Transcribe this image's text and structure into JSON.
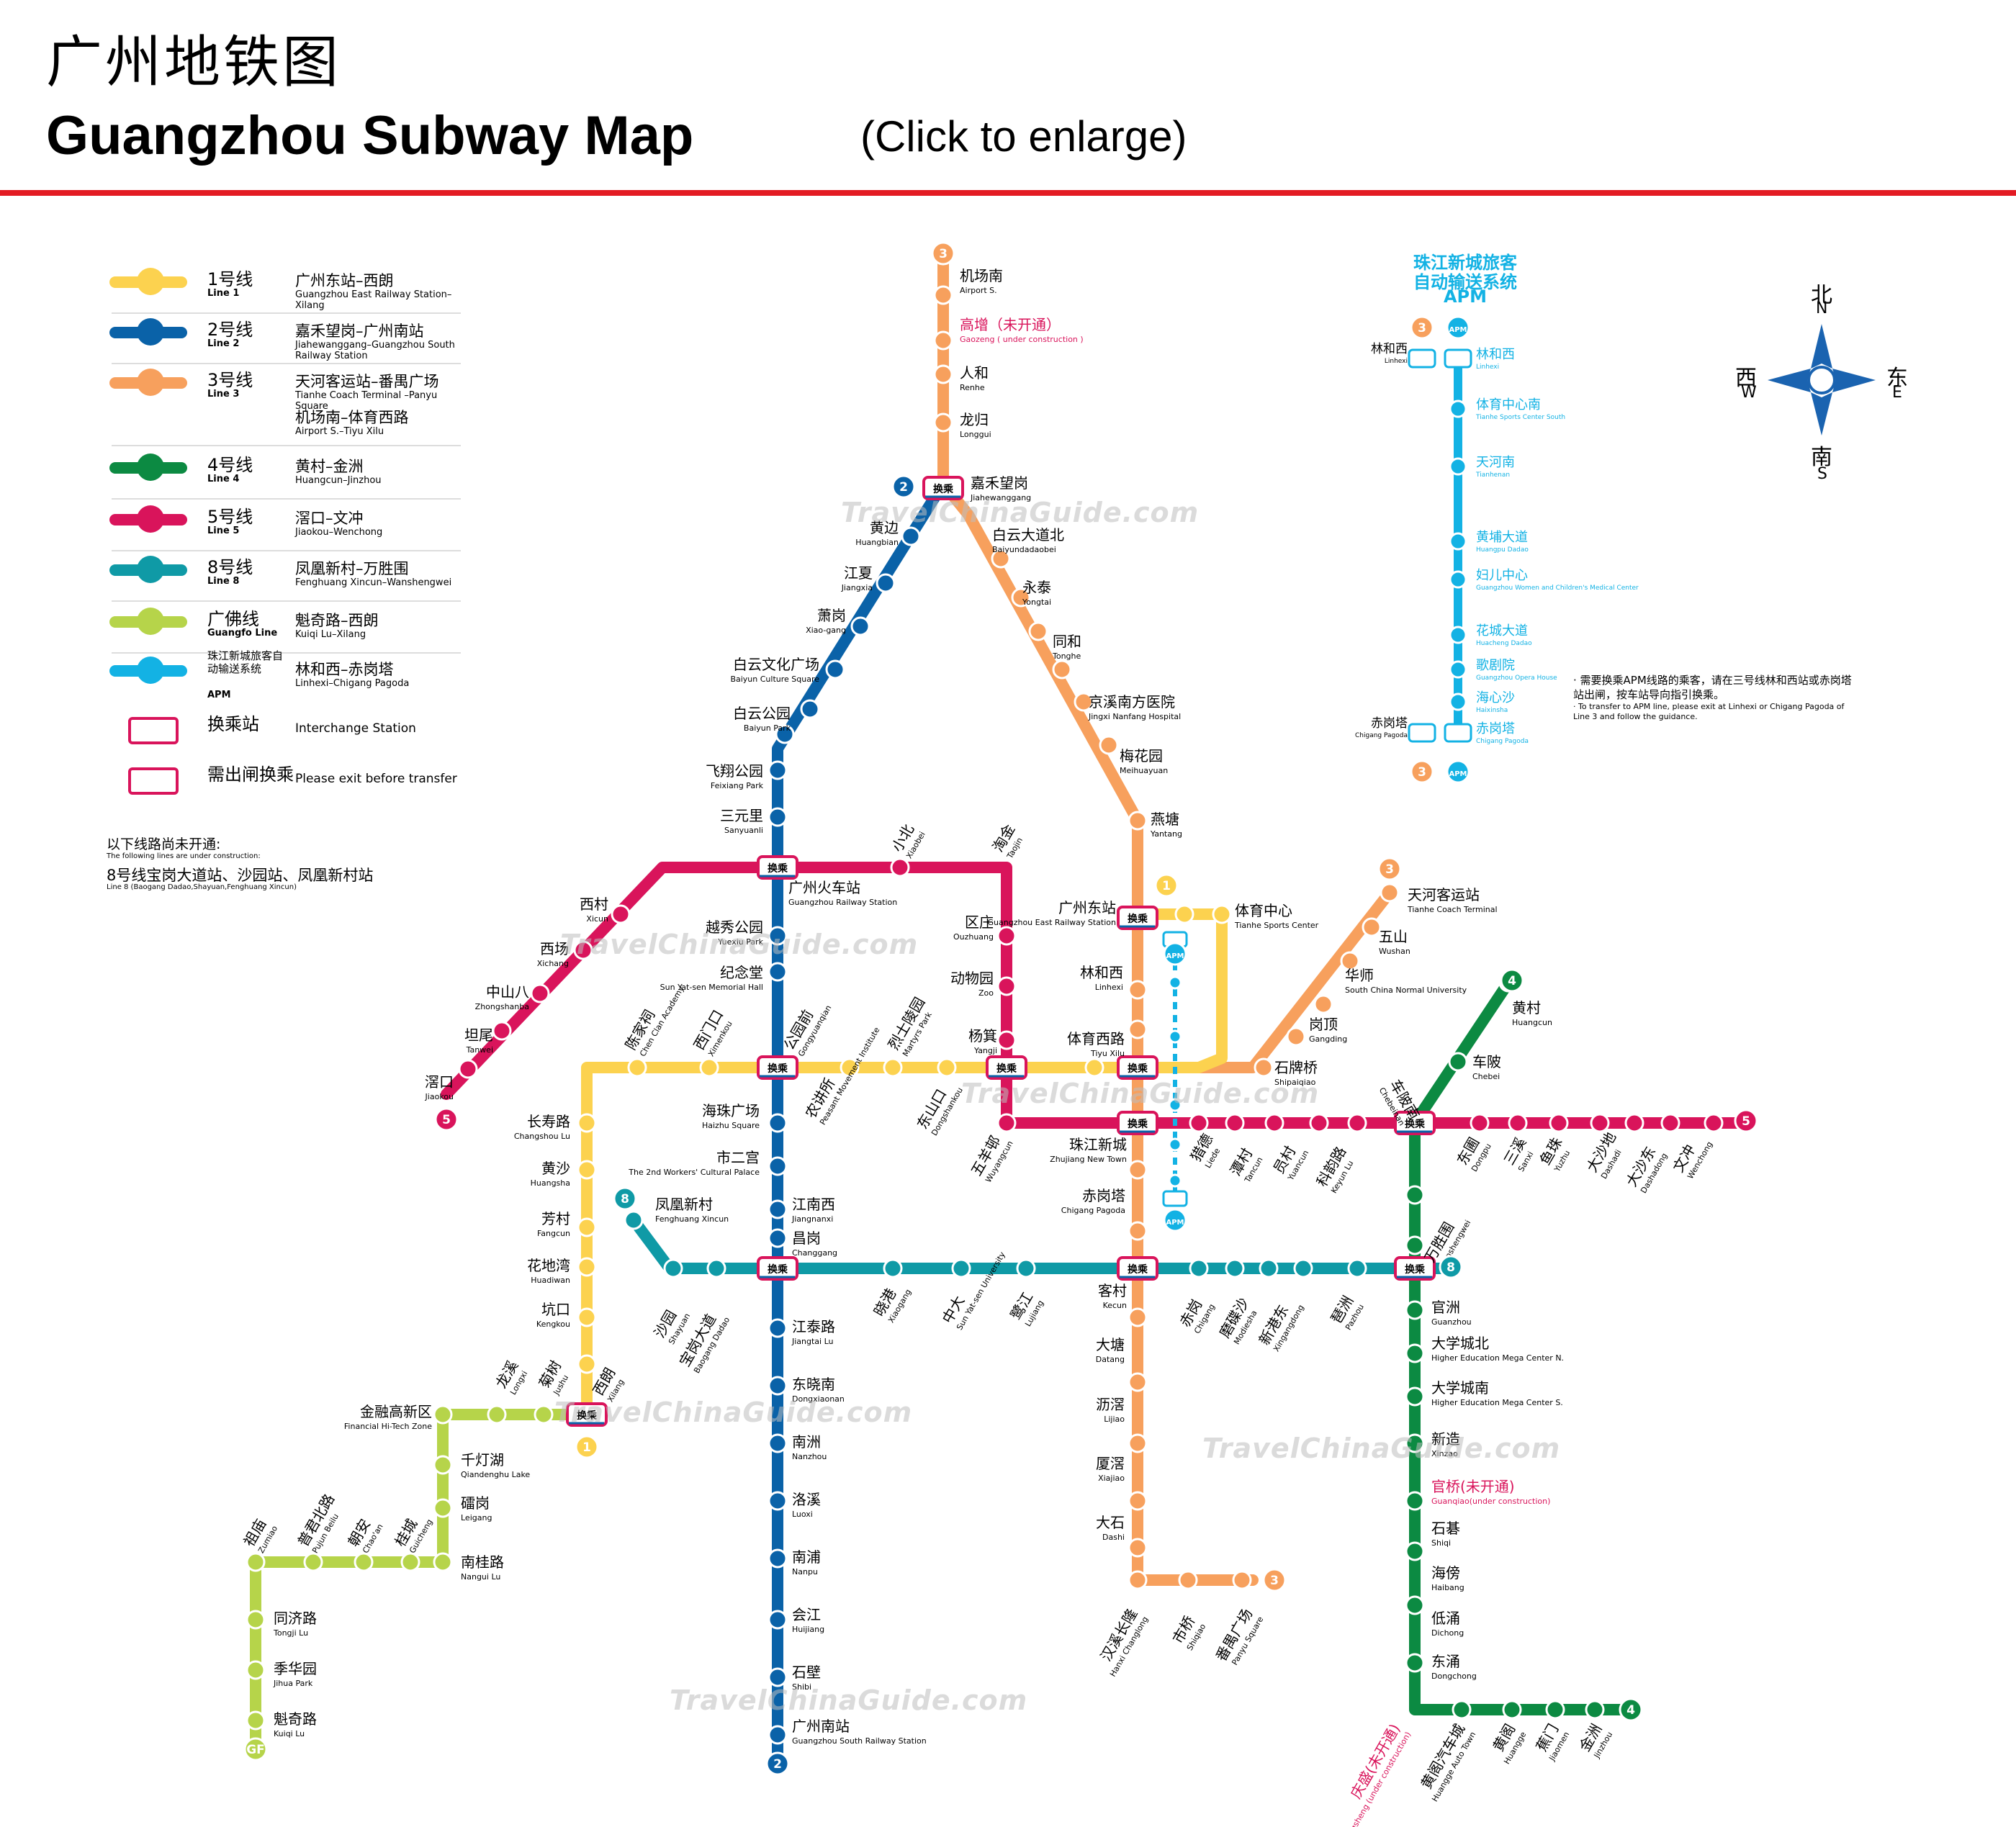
{
  "header": {
    "title_cn": "广州地铁图",
    "title_en": "Guangzhou Subway Map",
    "enlarge": "(Click to enlarge)"
  },
  "colors": {
    "line1": "#fcd24f",
    "line2": "#0a62a8",
    "line3": "#f7a05d",
    "line4": "#0c8a42",
    "line5": "#d9145b",
    "line8": "#0f9aa6",
    "guangfo": "#b6d44a",
    "apm": "#13b2e4",
    "rule": "#e31b23"
  },
  "legend": [
    {
      "cn": "1号线",
      "en": "Line 1",
      "route_cn": "广州东站–西朗",
      "route_en": "Guangzhou East Railway Station–Xilang",
      "color": "#fcd24f"
    },
    {
      "cn": "2号线",
      "en": "Line 2",
      "route_cn": "嘉禾望岗–广州南站",
      "route_en": "Jiahewanggang–Guangzhou South Railway Station",
      "color": "#0a62a8"
    },
    {
      "cn": "3号线",
      "en": "Line 3",
      "route_cn": "天河客运站–番禺广场",
      "route_en": "Tianhe Coach Terminal –Panyu Square",
      "route2_cn": "机场南–体育西路",
      "route2_en": "Airport S.–Tiyu Xilu",
      "color": "#f7a05d"
    },
    {
      "cn": "4号线",
      "en": "Line 4",
      "route_cn": "黄村–金洲",
      "route_en": "Huangcun–Jinzhou",
      "color": "#0c8a42"
    },
    {
      "cn": "5号线",
      "en": "Line 5",
      "route_cn": "滘口–文冲",
      "route_en": "Jiaokou–Wenchong",
      "color": "#d9145b"
    },
    {
      "cn": "8号线",
      "en": "Line 8",
      "route_cn": "凤凰新村–万胜围",
      "route_en": "Fenghuang Xincun–Wanshengwei",
      "color": "#0f9aa6"
    },
    {
      "cn": "广佛线",
      "en": "Guangfo Line",
      "route_cn": "魁奇路–西朗",
      "route_en": "Kuiqi Lu–Xilang",
      "color": "#b6d44a"
    },
    {
      "cn": "珠江新城旅客自动输送系统",
      "en": "APM",
      "route_cn": "林和西–赤岗塔",
      "route_en": "Linhexi–Chigang Pagoda",
      "color": "#13b2e4"
    },
    {
      "cn": "换乘站",
      "en": "",
      "route_cn": "",
      "route_en": "Interchange Station",
      "color": ""
    },
    {
      "cn": "需出闸换乘",
      "en": "",
      "route_cn": "",
      "route_en": "Please exit before transfer",
      "color": ""
    }
  ],
  "under_construction": {
    "title_cn": "以下线路尚未开通:",
    "title_en": "The following lines are under construction:",
    "line_cn": "8号线宝岗大道站、沙园站、凤凰新村站",
    "line_en": "Line 8 (Baogang Dadao,Shayuan,Fenghuang Xincun)"
  },
  "interchange_label": "换乘",
  "apm_panel": {
    "title_cn1": "珠江新城旅客",
    "title_cn2": "自动输送系统",
    "title_en": "APM",
    "note_cn": "· 需要换乘APM线路的乘客，请在三号线林和西站或赤岗塔站出闸，按车站导向指引换乘。",
    "note_en": "· To transfer to APM line, please exit at Linhexi or Chigang Pagoda of Line 3 and follow the guidance.",
    "stations": [
      {
        "cn": "林和西",
        "en": "Linhexi"
      },
      {
        "cn": "体育中心南",
        "en": "Tianhe Sports Center South"
      },
      {
        "cn": "天河南",
        "en": "Tianhenan"
      },
      {
        "cn": "黄埔大道",
        "en": "Huangpu Dadao"
      },
      {
        "cn": "妇儿中心",
        "en": "Guangzhou Women and Children's Medical Center"
      },
      {
        "cn": "花城大道",
        "en": "Huacheng Dadao"
      },
      {
        "cn": "歌剧院",
        "en": "Guangzhou Opera House"
      },
      {
        "cn": "海心沙",
        "en": "Haixinsha"
      },
      {
        "cn": "赤岗塔",
        "en": "Chigang Pagoda"
      }
    ],
    "left_top": {
      "cn": "林和西",
      "en": "Linhexi"
    },
    "left_bottom": {
      "cn": "赤岗塔",
      "en": "Chigang Pagoda"
    }
  },
  "compass": {
    "n_cn": "北",
    "n": "N",
    "s_cn": "南",
    "s": "S",
    "w_cn": "西",
    "w": "W",
    "e_cn": "东",
    "e": "E"
  },
  "watermark": "TravelChinaGuide.com",
  "badges": {
    "l1": "1",
    "l2": "2",
    "l3": "3",
    "l4": "4",
    "l5": "5",
    "l8": "8",
    "gf": "GF",
    "apm": "APM"
  },
  "stations": [
    {
      "cn": "机场南",
      "en": "Airport S."
    },
    {
      "cn": "高增（未开通）",
      "en": "Gaozeng ( under construction )"
    },
    {
      "cn": "人和",
      "en": "Renhe"
    },
    {
      "cn": "龙归",
      "en": "Longgui"
    },
    {
      "cn": "嘉禾望岗",
      "en": "Jiahewanggang"
    },
    {
      "cn": "白云大道北",
      "en": "Baiyundadaobei"
    },
    {
      "cn": "永泰",
      "en": "Yongtai"
    },
    {
      "cn": "同和",
      "en": "Tonghe"
    },
    {
      "cn": "京溪南方医院",
      "en": "Jingxi Nanfang Hospital"
    },
    {
      "cn": "梅花园",
      "en": "Meihuayuan"
    },
    {
      "cn": "燕塘",
      "en": "Yantang"
    },
    {
      "cn": "黄边",
      "en": "Huangbian"
    },
    {
      "cn": "江夏",
      "en": "Jiangxia"
    },
    {
      "cn": "萧岗",
      "en": "Xiao-gang"
    },
    {
      "cn": "白云文化广场",
      "en": "Baiyun Culture Square"
    },
    {
      "cn": "白云公园",
      "en": "Baiyun Park"
    },
    {
      "cn": "飞翔公园",
      "en": "Feixiang Park"
    },
    {
      "cn": "三元里",
      "en": "Sanyuanli"
    },
    {
      "cn": "广州火车站",
      "en": "Guangzhou Railway Station"
    },
    {
      "cn": "小北",
      "en": "Xiaobei"
    },
    {
      "cn": "淘金",
      "en": "Taojin"
    },
    {
      "cn": "区庄",
      "en": "Ouzhuang"
    },
    {
      "cn": "动物园",
      "en": "Zoo"
    },
    {
      "cn": "杨箕",
      "en": "Yangji"
    },
    {
      "cn": "越秀公园",
      "en": "Yuexiu Park"
    },
    {
      "cn": "纪念堂",
      "en": "Sun Yat-sen Memorial Hall"
    },
    {
      "cn": "公园前",
      "en": "Gongyuanqian"
    },
    {
      "cn": "西村",
      "en": "Xicun"
    },
    {
      "cn": "西场",
      "en": "Xichang"
    },
    {
      "cn": "中山八",
      "en": "Zhongshanba"
    },
    {
      "cn": "坦尾",
      "en": "Tanwei"
    },
    {
      "cn": "滘口",
      "en": "Jiaokou"
    },
    {
      "cn": "陈家祠",
      "en": "Chen Clan Academy"
    },
    {
      "cn": "西门口",
      "en": "Ximenkou"
    },
    {
      "cn": "农讲所",
      "en": "Peasant Movement Institute"
    },
    {
      "cn": "烈士陵园",
      "en": "Martyrs Park"
    },
    {
      "cn": "东山口",
      "en": "Dongshankou"
    },
    {
      "cn": "广州东站",
      "en": "Guangzhou East Railway Station"
    },
    {
      "cn": "体育中心",
      "en": "Tianhe Sports Center"
    },
    {
      "cn": "林和西",
      "en": "Linhexi"
    },
    {
      "cn": "体育西路",
      "en": "Tiyu Xilu"
    },
    {
      "cn": "石牌桥",
      "en": "Shipaiqiao"
    },
    {
      "cn": "岗顶",
      "en": "Gangding"
    },
    {
      "cn": "华师",
      "en": "South China Normal University"
    },
    {
      "cn": "五山",
      "en": "Wushan"
    },
    {
      "cn": "天河客运站",
      "en": "Tianhe Coach Terminal"
    },
    {
      "cn": "黄村",
      "en": "Huangcun"
    },
    {
      "cn": "车陂",
      "en": "Chebei"
    },
    {
      "cn": "车陂南",
      "en": "Chebeinan"
    },
    {
      "cn": "长寿路",
      "en": "Changshou Lu"
    },
    {
      "cn": "黄沙",
      "en": "Huangsha"
    },
    {
      "cn": "芳村",
      "en": "Fangcun"
    },
    {
      "cn": "花地湾",
      "en": "Huadiwan"
    },
    {
      "cn": "坑口",
      "en": "Kengkou"
    },
    {
      "cn": "西朗",
      "en": "Xilang"
    },
    {
      "cn": "海珠广场",
      "en": "Haizhu Square"
    },
    {
      "cn": "市二宫",
      "en": "The 2nd Workers' Cultural Palace"
    },
    {
      "cn": "江南西",
      "en": "Jiangnanxi"
    },
    {
      "cn": "昌岗",
      "en": "Changgang"
    },
    {
      "cn": "五羊邨",
      "en": "Wuyangcun"
    },
    {
      "cn": "珠江新城",
      "en": "Zhujiang New Town"
    },
    {
      "cn": "赤岗塔",
      "en": "Chigang Pagoda"
    },
    {
      "cn": "猎德",
      "en": "Liede"
    },
    {
      "cn": "潭村",
      "en": "Tancun"
    },
    {
      "cn": "员村",
      "en": "Yuancun"
    },
    {
      "cn": "科韵路",
      "en": "Keyun Lu"
    },
    {
      "cn": "东圃",
      "en": "Dongpu"
    },
    {
      "cn": "三溪",
      "en": "Sanxi"
    },
    {
      "cn": "鱼珠",
      "en": "Yuzhu"
    },
    {
      "cn": "大沙地",
      "en": "Dashadi"
    },
    {
      "cn": "大沙东",
      "en": "Dashadong"
    },
    {
      "cn": "文冲",
      "en": "Wenchong"
    },
    {
      "cn": "凤凰新村",
      "en": "Fenghuang Xincun"
    },
    {
      "cn": "沙园",
      "en": "Shayuan"
    },
    {
      "cn": "宝岗大道",
      "en": "Baogang Dadao"
    },
    {
      "cn": "晓港",
      "en": "Xiaogang"
    },
    {
      "cn": "中大",
      "en": "Sun Yat-sen University"
    },
    {
      "cn": "鹭江",
      "en": "Lujiang"
    },
    {
      "cn": "客村",
      "en": "Kecun"
    },
    {
      "cn": "赤岗",
      "en": "Chigang"
    },
    {
      "cn": "磨碟沙",
      "en": "Modiesha"
    },
    {
      "cn": "新港东",
      "en": "Xingangdong"
    },
    {
      "cn": "琶洲",
      "en": "Pazhou"
    },
    {
      "cn": "万胜围",
      "en": "Wanshengwei"
    },
    {
      "cn": "江泰路",
      "en": "Jiangtai Lu"
    },
    {
      "cn": "东晓南",
      "en": "Dongxiaonan"
    },
    {
      "cn": "南洲",
      "en": "Nanzhou"
    },
    {
      "cn": "洛溪",
      "en": "Luoxi"
    },
    {
      "cn": "南浦",
      "en": "Nanpu"
    },
    {
      "cn": "会江",
      "en": "Huijiang"
    },
    {
      "cn": "石壁",
      "en": "Shibi"
    },
    {
      "cn": "广州南站",
      "en": "Guangzhou South Railway Station"
    },
    {
      "cn": "大塘",
      "en": "Datang"
    },
    {
      "cn": "沥滘",
      "en": "Lijiao"
    },
    {
      "cn": "厦滘",
      "en": "Xiajiao"
    },
    {
      "cn": "大石",
      "en": "Dashi"
    },
    {
      "cn": "汉溪长隆",
      "en": "Hanxi Changlong"
    },
    {
      "cn": "市桥",
      "en": "Shiqiao"
    },
    {
      "cn": "番禺广场",
      "en": "Panyu Square"
    },
    {
      "cn": "官洲",
      "en": "Guanzhou"
    },
    {
      "cn": "大学城北",
      "en": "Higher Education Mega Center N."
    },
    {
      "cn": "大学城南",
      "en": "Higher Education Mega Center S."
    },
    {
      "cn": "新造",
      "en": "Xinzao"
    },
    {
      "cn": "官桥(未开通)",
      "en": "Guanqiao(under construction)"
    },
    {
      "cn": "石碁",
      "en": "Shiqi"
    },
    {
      "cn": "海傍",
      "en": "Haibang"
    },
    {
      "cn": "低涌",
      "en": "Dichong"
    },
    {
      "cn": "东涌",
      "en": "Dongchong"
    },
    {
      "cn": "庆盛(未开通)",
      "en": "Qingsheng (under construction)"
    },
    {
      "cn": "黄阁汽车城",
      "en": "Huangge Auto Town"
    },
    {
      "cn": "黄阁",
      "en": "Huangge"
    },
    {
      "cn": "蕉门",
      "en": "Jiaomen"
    },
    {
      "cn": "金洲",
      "en": "Jinzhou"
    },
    {
      "cn": "金融高新区",
      "en": "Financial Hi-Tech Zone"
    },
    {
      "cn": "龙溪",
      "en": "Longxi"
    },
    {
      "cn": "菊树",
      "en": "Jushu"
    },
    {
      "cn": "千灯湖",
      "en": "Qiandenghu Lake"
    },
    {
      "cn": "礌岗",
      "en": "Leigang"
    },
    {
      "cn": "南桂路",
      "en": "Nangui Lu"
    },
    {
      "cn": "桂城",
      "en": "Guicheng"
    },
    {
      "cn": "朝安",
      "en": "Chao'an"
    },
    {
      "cn": "普君北路",
      "en": "Pujun Beilu"
    },
    {
      "cn": "祖庙",
      "en": "Zumiao"
    },
    {
      "cn": "同济路",
      "en": "Tongji Lu"
    },
    {
      "cn": "季华园",
      "en": "Jihua Park"
    },
    {
      "cn": "魁奇路",
      "en": "Kuiqi Lu"
    }
  ]
}
